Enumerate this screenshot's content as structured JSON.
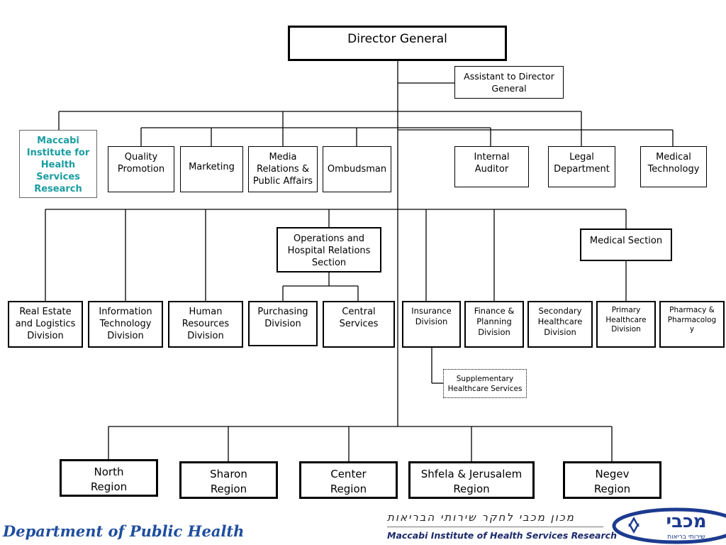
{
  "chart": {
    "director_general": "Director General",
    "assistant": "Assistant to Director\nGeneral",
    "maccabi_institute": "Maccabi\nInstitute for\nHealth\nServices\nResearch",
    "quality_promotion": "Quality\nPromotion",
    "marketing": "Marketing",
    "media_relations": "Media\nRelations &\nPublic Affairs",
    "ombudsman": "Ombudsman",
    "internal_auditor": "Internal\nAuditor",
    "legal_department": "Legal\nDepartment",
    "medical_technology": "Medical\nTechnology",
    "operations_section": "Operations and\nHospital Relations\nSection",
    "medical_section": "Medical Section",
    "real_estate": "Real  Estate\nand Logistics\nDivision",
    "information_technology": "Information\nTechnology\nDivision",
    "human_resources": "Human\nResources\nDivision",
    "purchasing": "Purchasing\nDivision",
    "central_services": "Central\nServices",
    "insurance": "Insurance\nDivision",
    "finance_planning": "Finance &\nPlanning\nDivision",
    "secondary_healthcare": "Secondary\nHealthcare\nDivision",
    "primary_healthcare": "Primary\nHealthcare\nDivision",
    "pharmacology": "Pharmacy &\nPharmacolog\ny",
    "supplementary": "Supplementary\nHealthcare Services",
    "north_region": "North\nRegion",
    "sharon_region": "Sharon\nRegion",
    "center_region": "Center\nRegion",
    "shfela_region": "Shfela & Jerusalem\nRegion",
    "negev_region": "Negev\nRegion"
  },
  "footer": {
    "department": "Department of Public Health",
    "hebrew_title": "מכון מכבי לחקר שירותי הבריאות",
    "english_title": "Maccabi Institute of Health Services Research",
    "logo_text": "מכבי",
    "logo_sub": "שירותי בריאות"
  },
  "colors": {
    "department_text": "#1f4e9e",
    "institute_text": "#1a9da0",
    "logo_blue": "#1c3b8f"
  }
}
